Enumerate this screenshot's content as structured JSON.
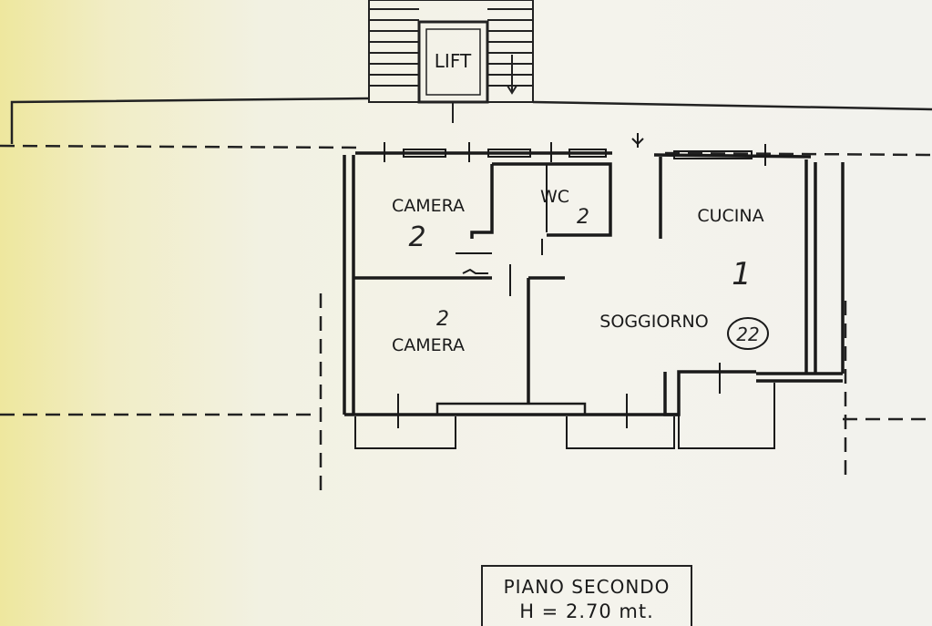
{
  "rooms": {
    "lift": "LIFT",
    "camera_top": "CAMERA",
    "camera_top_number": "2",
    "wc": "WC",
    "wc_number": "2",
    "cucina": "CUCINA",
    "cucina_number": "1",
    "soggiorno": "SOGGIORNO",
    "soggiorno_number": "22",
    "camera_bottom": "CAMERA",
    "camera_bottom_number": "2"
  },
  "title_block": {
    "floor": "PIANO SECONDO",
    "height": "H = 2.70 mt."
  },
  "colors": {
    "ink": "#1a1a1a",
    "paper": "#f3f2ea",
    "paper_edge": "#eee79e"
  }
}
